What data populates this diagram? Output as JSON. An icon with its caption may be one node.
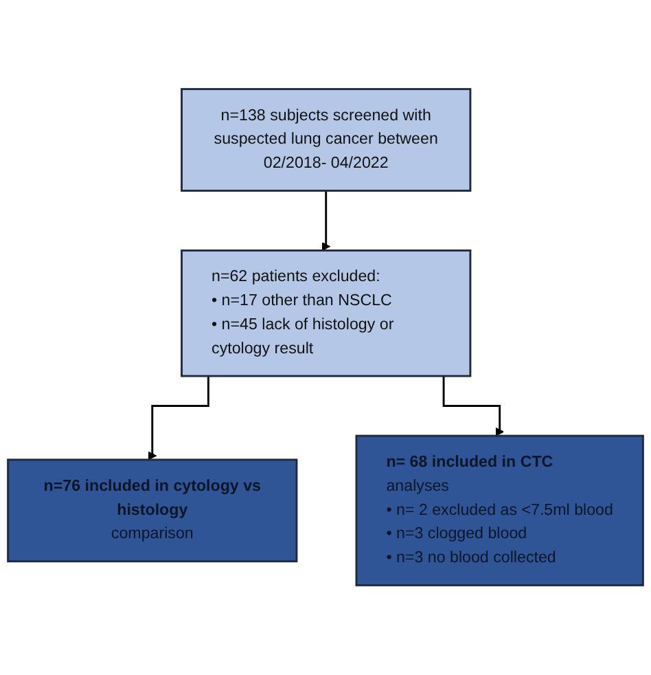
{
  "diagram": {
    "nodes": [
      {
        "text": [
          "n=138 subjects screened with suspected lung cancer between 02/2018- 04/2022"
        ]
      },
      {
        "text": [
          "n=62 patients excluded:",
          "• n=17 other than NSCLC",
          "• n=45 lack of histology or cytology result"
        ]
      },
      {
        "text": [
          "n=76 included in cytology vs histology",
          "comparison"
        ]
      },
      {
        "text": [
          "n= 68 included in CTC",
          "analyses",
          "• n= 2 excluded as <7.5ml blood",
          "• n=3 clogged blood",
          "• n=3 no blood collected"
        ]
      }
    ],
    "edges": [
      {
        "from": 0,
        "to": 1,
        "arrow": "to"
      },
      {
        "from": 1,
        "to": 2,
        "arrow": "to"
      },
      {
        "from": 1,
        "to": 3,
        "arrow": "to"
      }
    ]
  }
}
